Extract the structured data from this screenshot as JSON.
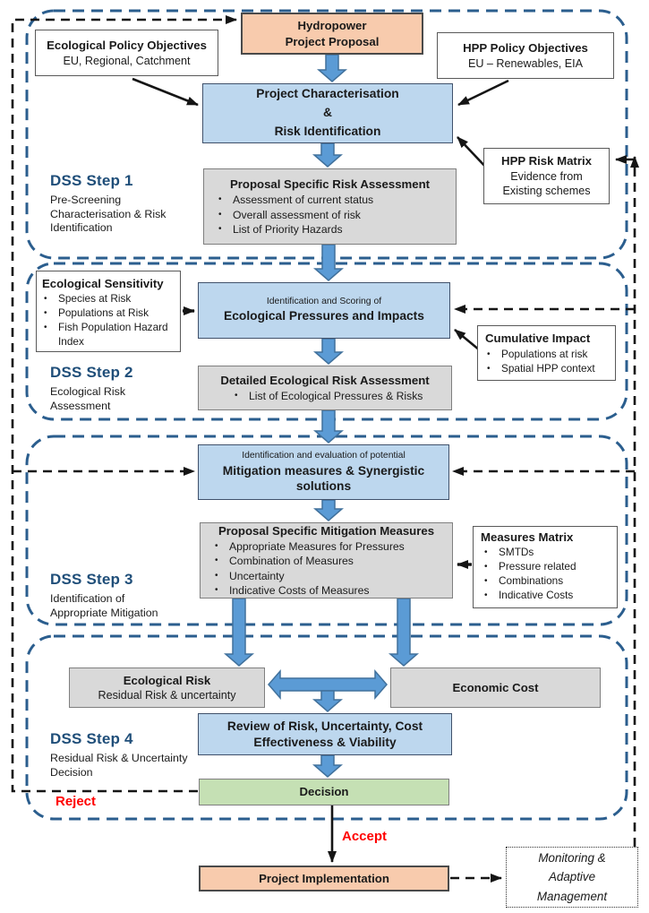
{
  "dss_steps": [
    {
      "title": "DSS Step 1",
      "subtitle": "Pre-Screening Characterisation & Risk Identification"
    },
    {
      "title": "DSS Step 2",
      "subtitle": "Ecological Risk Assessment"
    },
    {
      "title": "DSS Step 3",
      "subtitle": "Identification of Appropriate Mitigation"
    },
    {
      "title": "DSS Step 4",
      "subtitle": "Residual Risk & Uncertainty Decision"
    }
  ],
  "boxes": {
    "hydropower": {
      "line1": "Hydropower",
      "line2": "Project Proposal"
    },
    "eco_policy": {
      "title": "Ecological Policy Objectives",
      "subtitle": "EU, Regional, Catchment"
    },
    "hpp_policy": {
      "title": "HPP Policy Objectives",
      "subtitle": "EU – Renewables, EIA"
    },
    "project_char": {
      "line1": "Project Characterisation",
      "line2": "&",
      "line3": "Risk Identification"
    },
    "hpp_risk_matrix": {
      "title": "HPP Risk Matrix",
      "line2": "Evidence from",
      "line3": "Existing schemes"
    },
    "proposal_risk": {
      "title": "Proposal Specific Risk Assessment",
      "bullets": [
        "Assessment of current status",
        "Overall assessment of risk",
        "List of Priority Hazards"
      ]
    },
    "eco_sensitivity": {
      "title": "Ecological Sensitivity",
      "bullets": [
        "Species at Risk",
        "Populations at Risk",
        "Fish Population Hazard Index"
      ]
    },
    "eco_pressures": {
      "intro": "Identification and Scoring of",
      "title": "Ecological Pressures and Impacts"
    },
    "cumulative_impact": {
      "title": "Cumulative Impact",
      "bullets": [
        "Populations at risk",
        "Spatial HPP context"
      ]
    },
    "detailed_risk": {
      "title": "Detailed Ecological Risk Assessment",
      "bullets": [
        "List of Ecological Pressures & Risks"
      ]
    },
    "mitigation": {
      "intro": "Identification and evaluation of potential",
      "title": "Mitigation measures & Synergistic solutions"
    },
    "proposal_mitigation": {
      "title": "Proposal Specific Mitigation Measures",
      "bullets": [
        "Appropriate Measures for Pressures",
        "Combination of Measures",
        "Uncertainty",
        "Indicative Costs of Measures"
      ]
    },
    "measures_matrix": {
      "title": "Measures Matrix",
      "bullets": [
        "SMTDs",
        "Pressure related",
        "Combinations",
        "Indicative Costs"
      ]
    },
    "ecological_risk": {
      "title": "Ecological Risk",
      "subtitle": "Residual Risk & uncertainty"
    },
    "economic_cost": {
      "title": "Economic Cost"
    },
    "review": {
      "title": "Review of Risk, Uncertainty, Cost Effectiveness & Viability"
    },
    "decision": {
      "title": "Decision"
    },
    "project_implementation": {
      "title": "Project Implementation"
    },
    "monitoring": {
      "title": "Monitoring & Adaptive Management"
    }
  },
  "labels": {
    "reject": "Reject",
    "accept": "Accept"
  },
  "colors": {
    "box_blue": "#BDD7EE",
    "box_orange": "#F8CBAD",
    "box_gray": "#D9D9D9",
    "box_green": "#C5E0B4",
    "arrow_blue": "#5B9BD5",
    "arrow_blue_border": "#41719C",
    "step_outline_blue": "#2B5E8E",
    "step_label_blue": "#1F4E79",
    "flow_red": "#FF0000"
  }
}
